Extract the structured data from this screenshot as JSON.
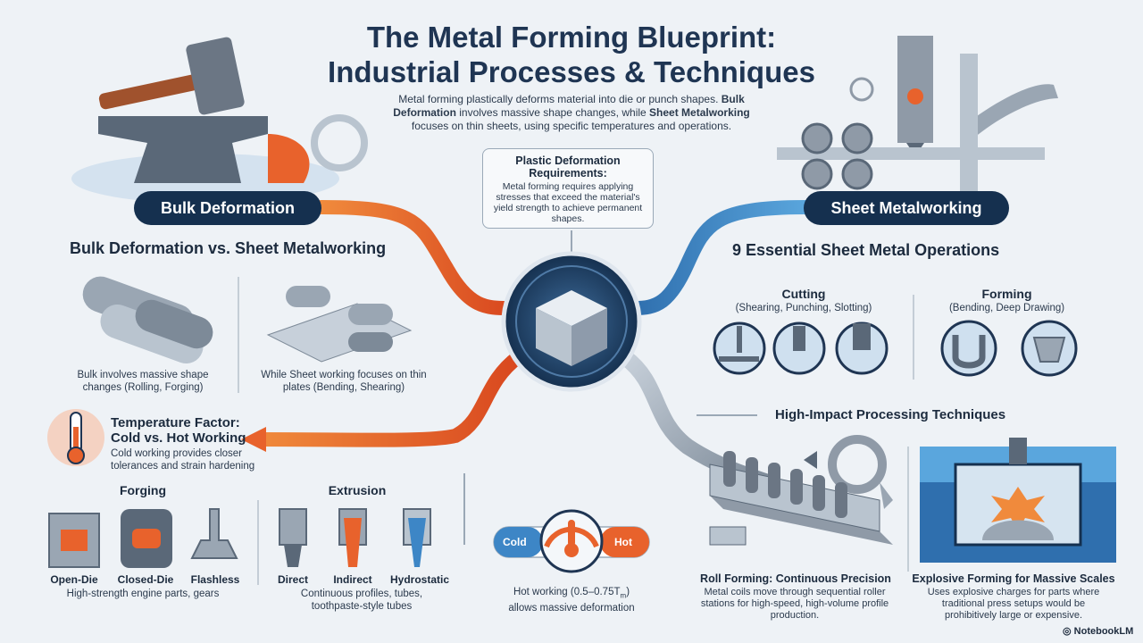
{
  "title_line1": "The Metal Forming Blueprint:",
  "title_line2": "Industrial Processes & Techniques",
  "intro": {
    "part1": "Metal forming plastically deforms material into die or punch shapes. ",
    "bulk_bold": "Bulk Deformation",
    "part2": " involves massive shape changes, while ",
    "sheet_bold": "Sheet Metalworking",
    "part3": " focuses on thin sheets, using specific temperatures and operations."
  },
  "pill_bulk": "Bulk Deformation",
  "pill_sheet": "Sheet Metalworking",
  "plastic": {
    "title": "Plastic Deformation Requirements:",
    "text": "Metal forming requires applying stresses that exceed the material's yield strength to achieve permanent shapes."
  },
  "comparison": {
    "heading": "Bulk Deformation vs. Sheet Metalworking",
    "bulk_caption": "Bulk involves massive shape changes (Rolling, Forging)",
    "sheet_caption": "While Sheet working focuses on thin plates (Bending, Shearing)"
  },
  "sheet_ops": {
    "heading": "9 Essential Sheet Metal Operations",
    "cutting_title": "Cutting",
    "cutting_sub": "(Shearing, Punching, Slotting)",
    "forming_title": "Forming",
    "forming_sub": "(Bending, Deep Drawing)"
  },
  "temperature": {
    "title_line1": "Temperature Factor:",
    "title_line2": "Cold vs. Hot Working",
    "text": "Cold working provides closer tolerances and strain hardening"
  },
  "forging": {
    "heading": "Forging",
    "items": [
      "Open-Die",
      "Closed-Die",
      "Flashless"
    ],
    "caption": "High-strength engine parts, gears"
  },
  "extrusion": {
    "heading": "Extrusion",
    "items": [
      "Direct",
      "Indirect",
      "Hydrostatic"
    ],
    "caption": "Continuous profiles, tubes, toothpaste-style tubes"
  },
  "gauge": {
    "cold": "Cold",
    "hot": "Hot",
    "caption_line1": "Hot working (0.5–0.75T",
    "caption_sub": "m",
    "caption_line1_end": ")",
    "caption_line2": "allows massive deformation"
  },
  "high_impact": {
    "heading": "High-Impact Processing Techniques",
    "roll_title": "Roll Forming: Continuous Precision",
    "roll_text": "Metal coils move through sequential roller stations for high-speed, high-volume profile production.",
    "explosive_title": "Explosive Forming for Massive Scales",
    "explosive_text": "Uses explosive charges for parts where traditional press setups would be prohibitively large or expensive."
  },
  "brand": "NotebookLM",
  "colors": {
    "navy": "#15304f",
    "hot": "#e8622c",
    "cold": "#3d86c6",
    "steel": "#9aa6b3"
  }
}
